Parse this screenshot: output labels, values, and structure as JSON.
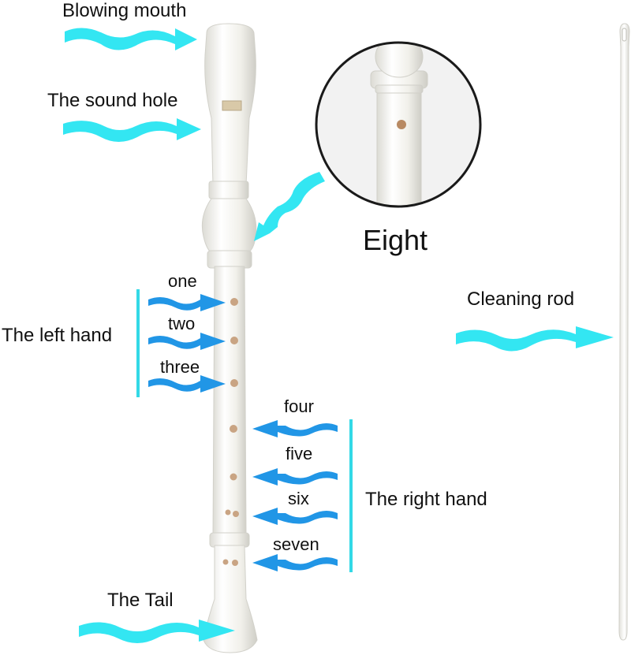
{
  "labels": {
    "blowing_mouth": "Blowing mouth",
    "sound_hole": "The sound hole",
    "eight": "Eight",
    "cleaning_rod": "Cleaning rod",
    "left_hand": "The left hand",
    "one": "one",
    "two": "two",
    "three": "three",
    "four": "four",
    "five": "five",
    "six": "six",
    "seven": "seven",
    "right_hand": "The right hand",
    "tail": "The Tail"
  },
  "colors": {
    "cyan_arrow": "#33e6f2",
    "blue_arrow": "#2196e6",
    "recorder": "#f4f3ee",
    "recorder_shade": "#d9d8d1",
    "hole": "#c9a483",
    "bracket": "#33d9e6"
  }
}
